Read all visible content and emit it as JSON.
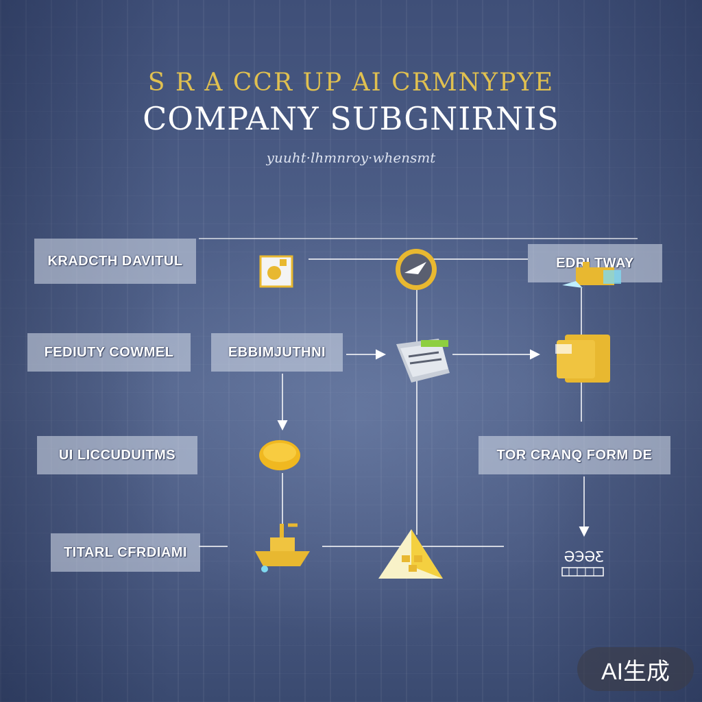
{
  "header": {
    "title_top": "S R A  CCR UP AI CRMNYPYE",
    "title_main": "COMPANY SUBGNIRNIS",
    "subtitle": "yuuht·lhmnroy·whensmt"
  },
  "labels": {
    "box1": "KRADCTH DAVITUL",
    "box2": "FEDIUTY COWMEL",
    "box3": "EBBIMJUTHNI",
    "box4": "UI LICCUDUITMS",
    "box5": "TITARL CFRDIAMI",
    "box6": "EDRI  TWAY",
    "box7": "TOR CRANQ FORM DE",
    "node_text": "ƏЭƏƸ"
  },
  "colors": {
    "accent_gold": "#e8b830",
    "line": "#ffffff"
  },
  "watermark": "AI生成"
}
